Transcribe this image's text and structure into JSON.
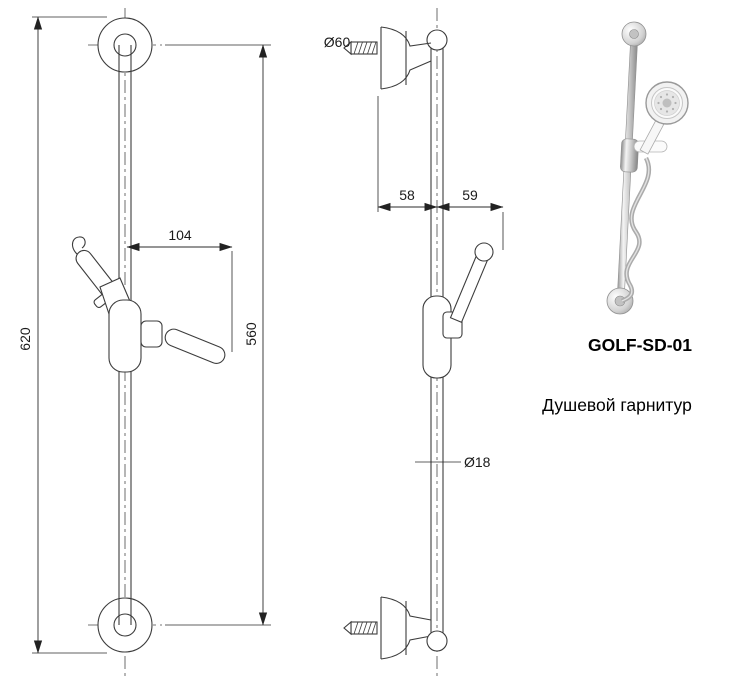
{
  "product": {
    "code": "GOLF-SD-01",
    "name": "Душевой гарнитур"
  },
  "dimensions": {
    "front": {
      "overall_height": "620",
      "handle_offset": "104",
      "mount_span": "560"
    },
    "side": {
      "flange_diameter": "Ø60",
      "wall_to_bar": "58",
      "bar_to_handle": "59",
      "bar_diameter": "Ø18"
    }
  },
  "colors": {
    "background": "#ffffff",
    "drawing_line": "#3c3c3c",
    "dimension_text": "#1a1a1a",
    "label_text": "#000000"
  }
}
